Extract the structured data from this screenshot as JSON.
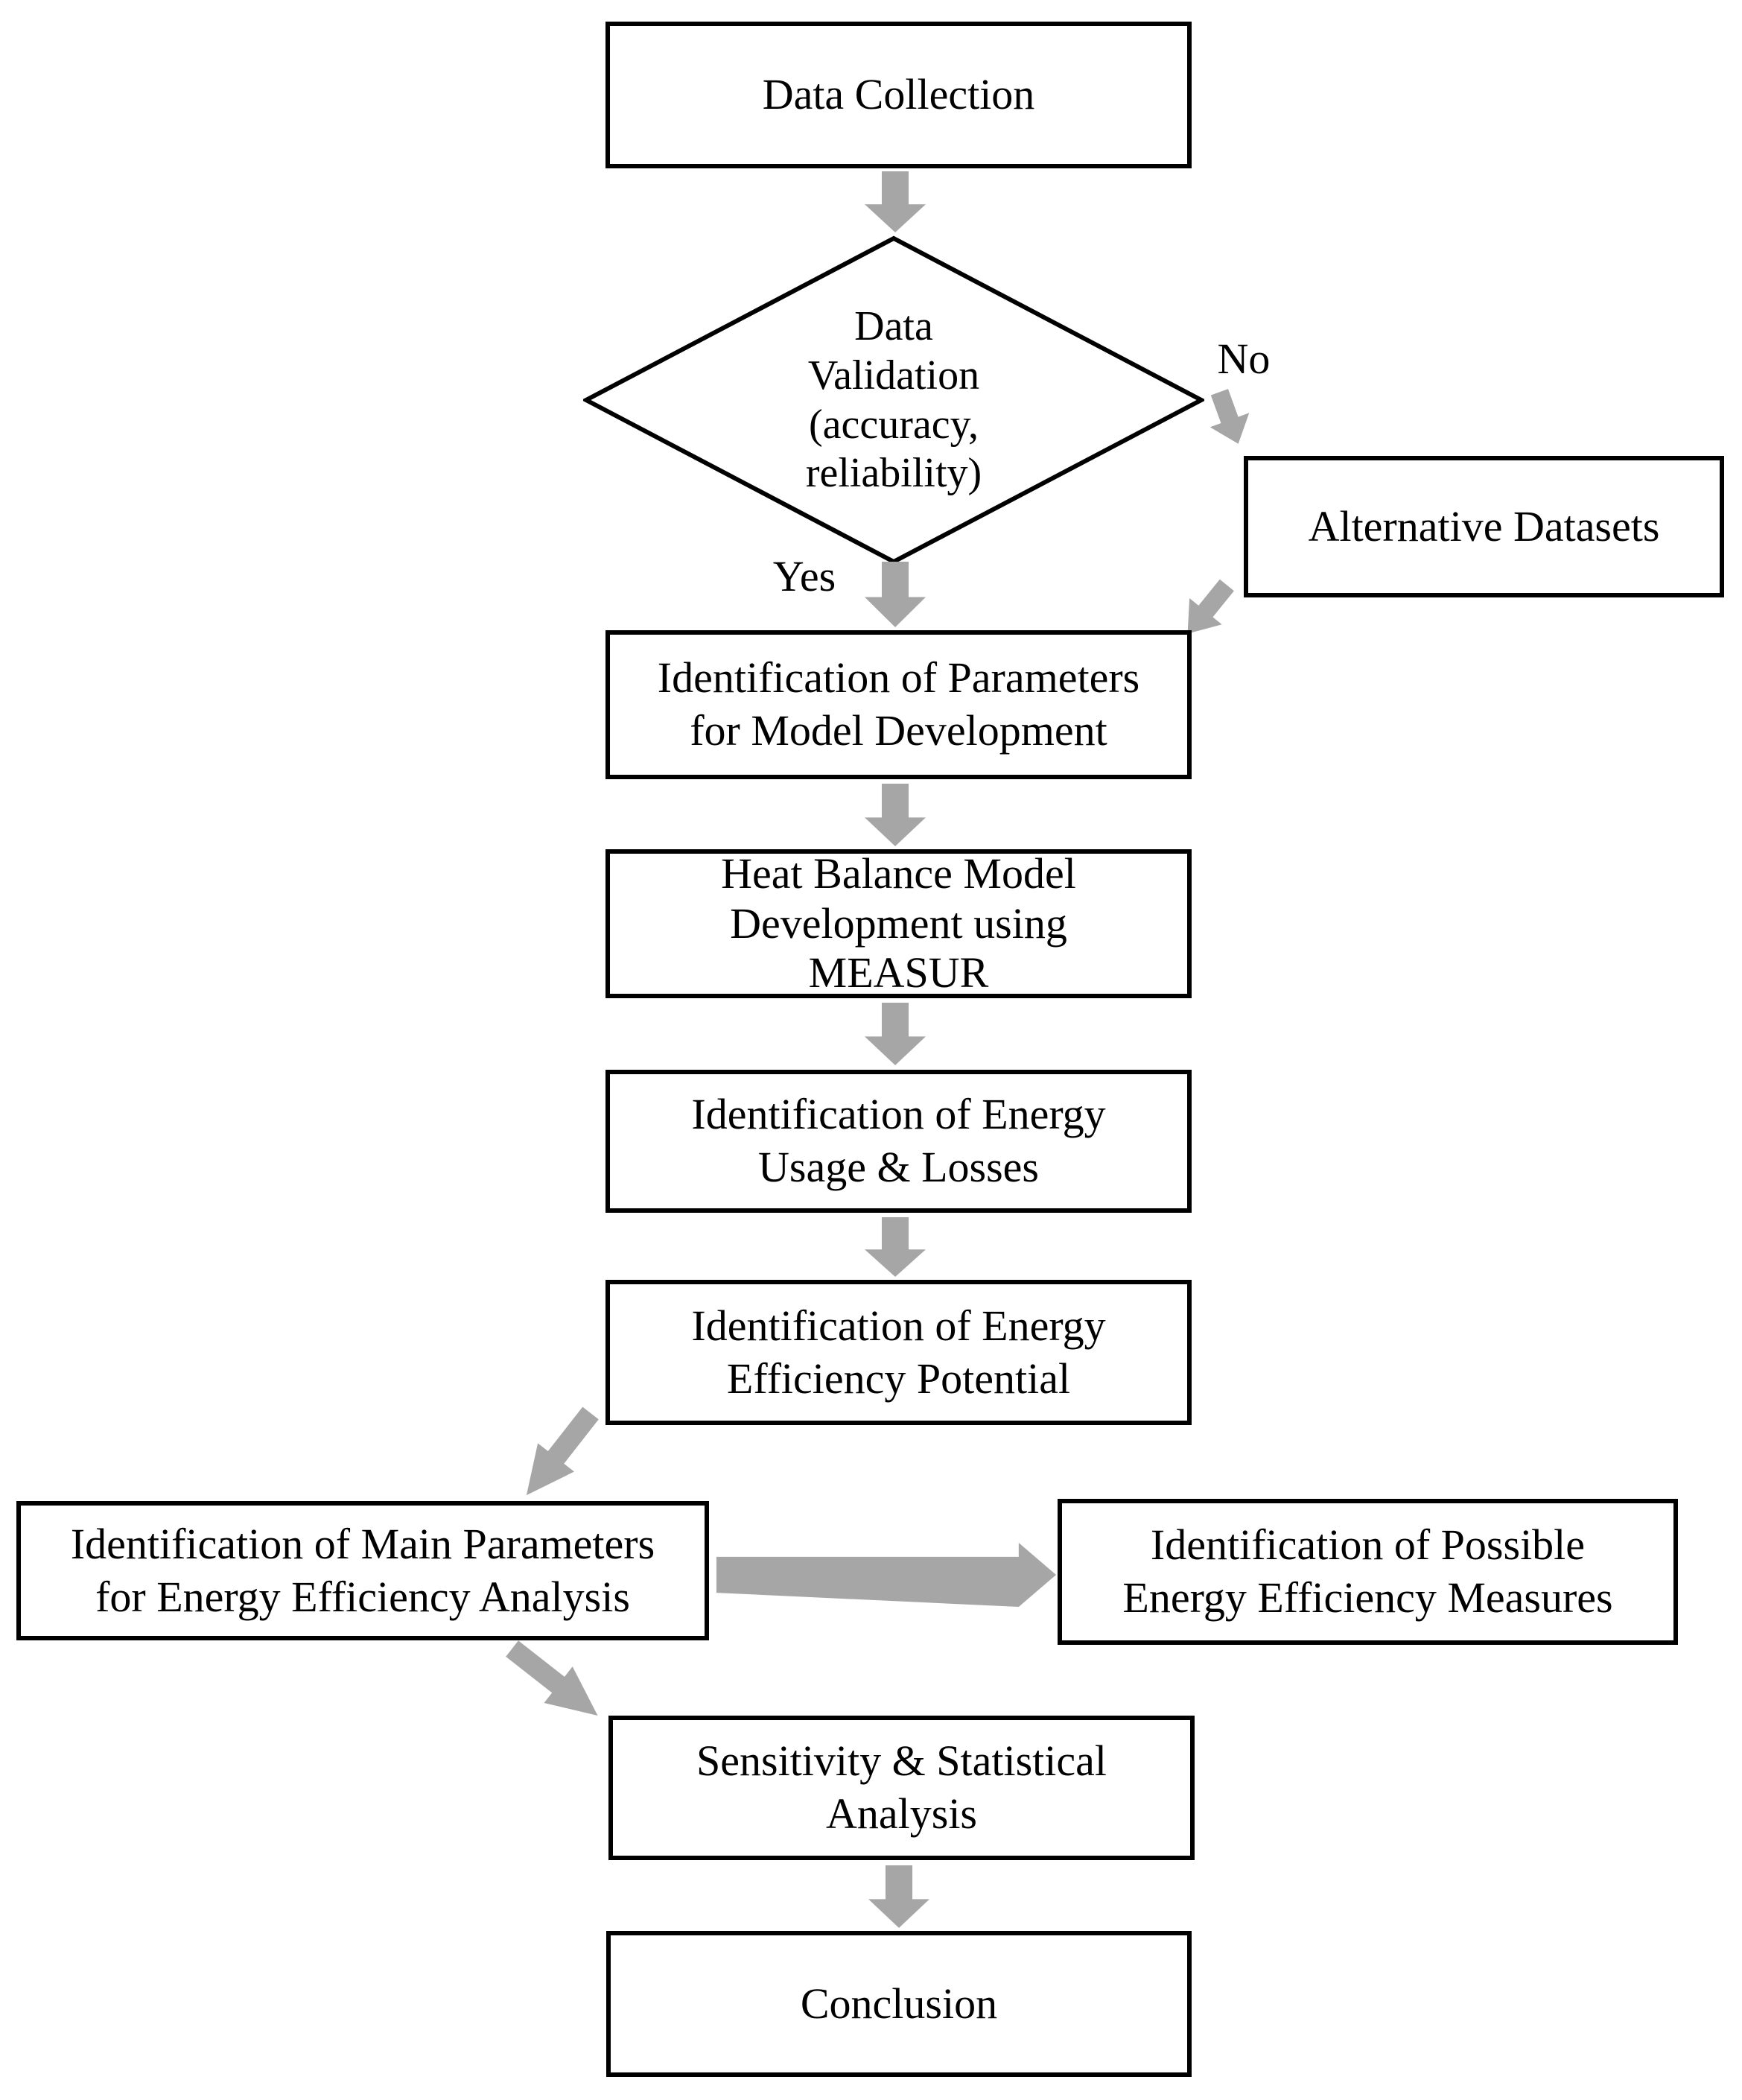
{
  "flowchart": {
    "colors": {
      "arrow": "#a6a6a6",
      "border": "#000000",
      "text": "#000000",
      "background": "#ffffff"
    },
    "nodes": {
      "data_collection": "Data Collection",
      "data_validation": "Data\nValidation\n(accuracy,\nreliability)",
      "alternative_datasets": "Alternative Datasets",
      "identification_parameters": "Identification of Parameters\nfor Model Development",
      "heat_balance": "Heat Balance Model\nDevelopment using\nMEASUR",
      "energy_usage_losses": "Identification of Energy\nUsage & Losses",
      "energy_efficiency_potential": "Identification of Energy\nEfficiency Potential",
      "main_parameters": "Identification of Main Parameters\nfor Energy Efficiency Analysis",
      "possible_measures": "Identification of Possible\nEnergy Efficiency Measures",
      "sensitivity_analysis": "Sensitivity & Statistical\nAnalysis",
      "conclusion": "Conclusion"
    },
    "branch_labels": {
      "yes": "Yes",
      "no": "No"
    }
  }
}
